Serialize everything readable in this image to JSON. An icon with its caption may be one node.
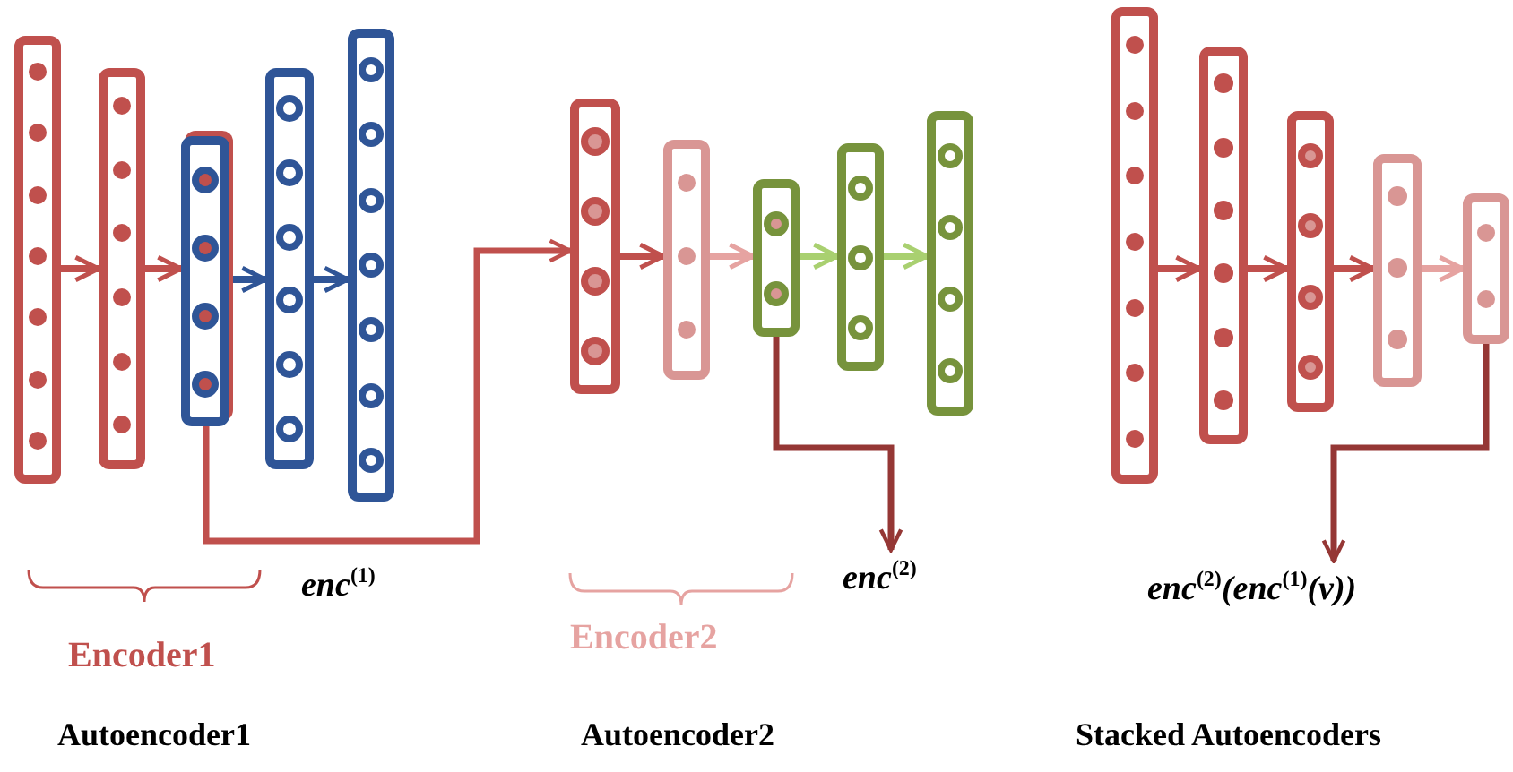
{
  "diagram": {
    "nodes": [
      {
        "text": [],
        "shape": "bar"
      },
      {
        "text": [],
        "shape": "bar"
      },
      {
        "text": [],
        "shape": "bar"
      },
      {
        "text": [],
        "shape": "bar"
      },
      {
        "text": [],
        "shape": "bar"
      },
      {
        "text": [],
        "shape": "bar"
      },
      {
        "text": [],
        "shape": "bar"
      },
      {
        "text": [],
        "shape": "bar"
      },
      {
        "text": [],
        "shape": "bar"
      },
      {
        "text": [],
        "shape": "bar"
      },
      {
        "text": [],
        "shape": "bar"
      },
      {
        "text": [],
        "shape": "bar"
      },
      {
        "text": [],
        "shape": "bar"
      },
      {
        "text": [],
        "shape": "bar"
      },
      {
        "text": [],
        "shape": "bar"
      },
      {
        "text": [
          "enc$^{(2)}$"
        ]
      },
      {
        "text": [
          "enc$^{(2)}$(enc$^{(1)}$(v))"
        ]
      }
    ],
    "edges": [
      {
        "from": 0,
        "to": 1,
        "arrow": "to"
      },
      {
        "from": 1,
        "to": 2,
        "arrow": "to"
      },
      {
        "from": 2,
        "to": 3,
        "arrow": "to",
        "color": "#2f5597"
      },
      {
        "from": 3,
        "to": 4,
        "arrow": "to",
        "color": "#2f5597"
      },
      {
        "from": 2,
        "to": 5,
        "arrow": "to"
      },
      {
        "from": 5,
        "to": 6,
        "arrow": "to"
      },
      {
        "from": 6,
        "to": 7,
        "arrow": "to",
        "color": "#e6a3a1"
      },
      {
        "from": 7,
        "to": 8,
        "arrow": "to",
        "color": "#a9d070"
      },
      {
        "from": 8,
        "to": 9,
        "arrow": "to",
        "color": "#a9d070"
      },
      {
        "from": 7,
        "to": 15,
        "arrow": "to",
        "color": "#953735"
      },
      {
        "from": 10,
        "to": 11,
        "arrow": "to"
      },
      {
        "from": 11,
        "to": 12,
        "arrow": "to"
      },
      {
        "from": 12,
        "to": 13,
        "arrow": "to"
      },
      {
        "from": 13,
        "to": 14,
        "arrow": "to",
        "color": "#e6a3a1"
      },
      {
        "from": 14,
        "to": 16,
        "arrow": "to",
        "color": "#953735"
      }
    ],
    "labels": [
      "enc$^{(1)}$",
      "Encoder1",
      "Encoder2",
      "Autoencoder1",
      "Autoencoder2",
      "Stacked Autoencoders"
    ]
  }
}
